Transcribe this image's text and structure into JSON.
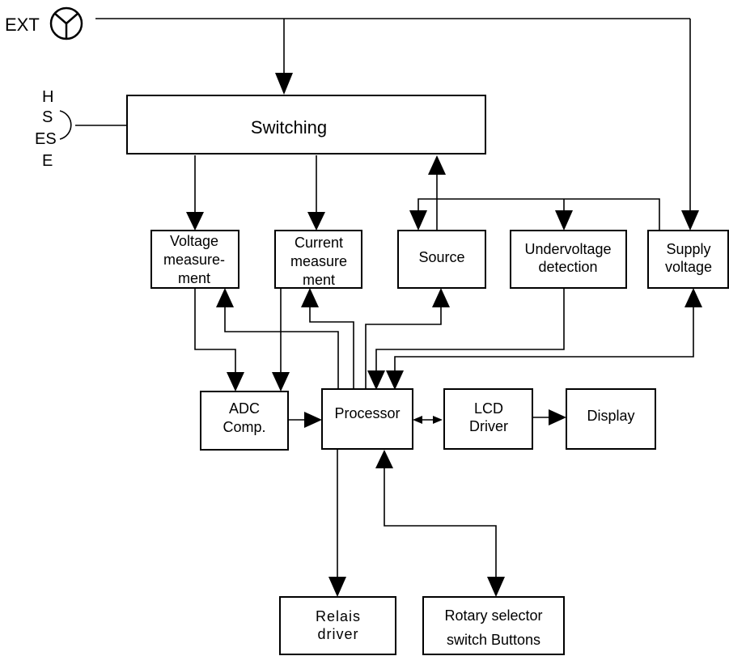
{
  "ext_label": "EXT",
  "terminals": [
    "H",
    "S",
    "ES",
    "E"
  ],
  "blocks": {
    "switching": [
      "Switching"
    ],
    "voltage_measurement": [
      "Voltage",
      "measure-",
      "ment"
    ],
    "current_measurement": [
      "Current",
      "measure",
      "ment"
    ],
    "source": [
      "Source"
    ],
    "undervoltage_detection": [
      "Undervoltage",
      "detection"
    ],
    "supply_voltage": [
      "Supply",
      "voltage"
    ],
    "adc_comp": [
      "ADC",
      "Comp."
    ],
    "processor": [
      "Processor"
    ],
    "lcd_driver": [
      "LCD",
      "Driver"
    ],
    "display": [
      "Display"
    ],
    "relais_driver": [
      "Relais",
      "driver"
    ],
    "rotary_selector": [
      "Rotary selector",
      "switch Buttons"
    ]
  },
  "colors": {
    "line": "#000000",
    "background": "#ffffff"
  }
}
